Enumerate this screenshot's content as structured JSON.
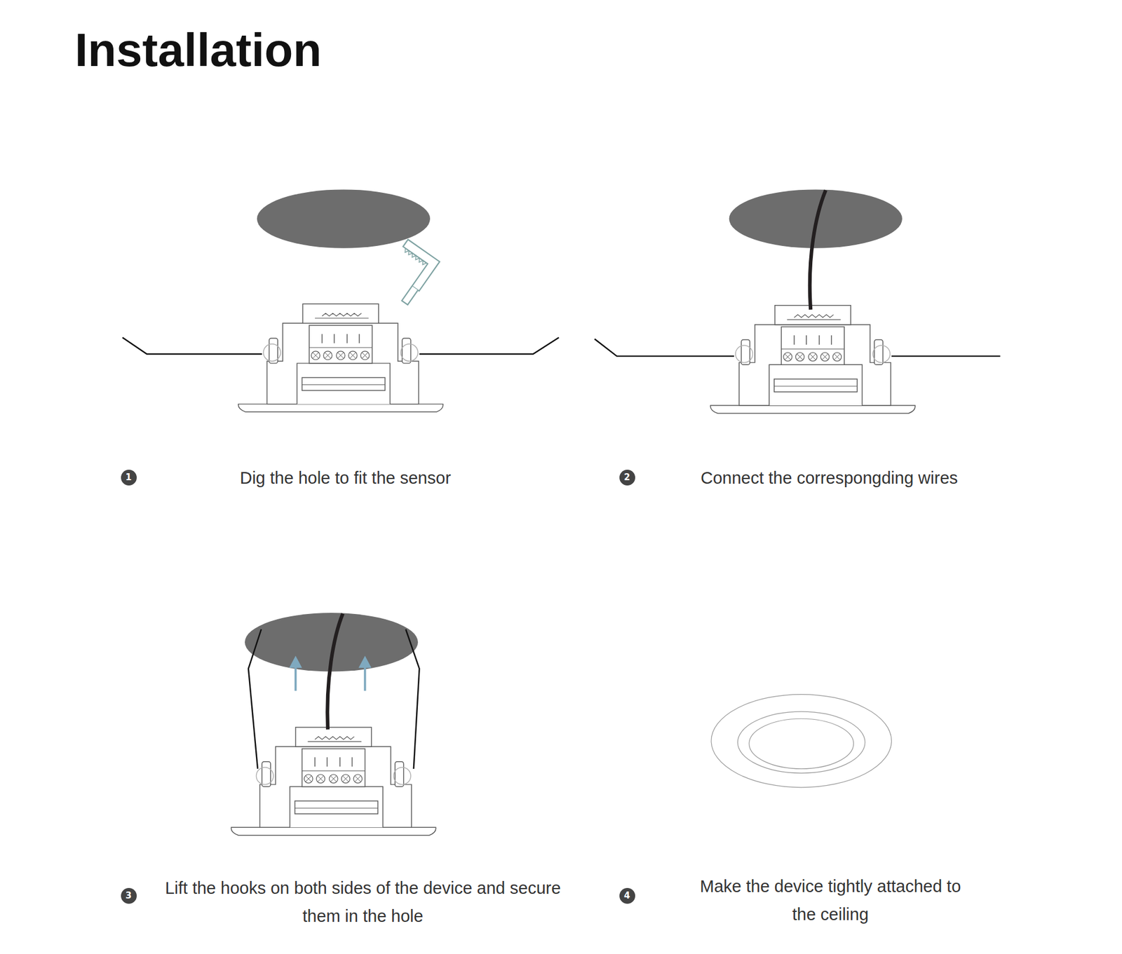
{
  "diagram": {
    "title": "Installation",
    "labels": [
      "1",
      "Dig the hole to fit the sensor",
      "2",
      "Connect the correspongding wires",
      "3",
      "Lift the hooks on both sides of the device and secure them in the hole",
      "4",
      "Make the device tightly attached to the ceiling"
    ]
  }
}
